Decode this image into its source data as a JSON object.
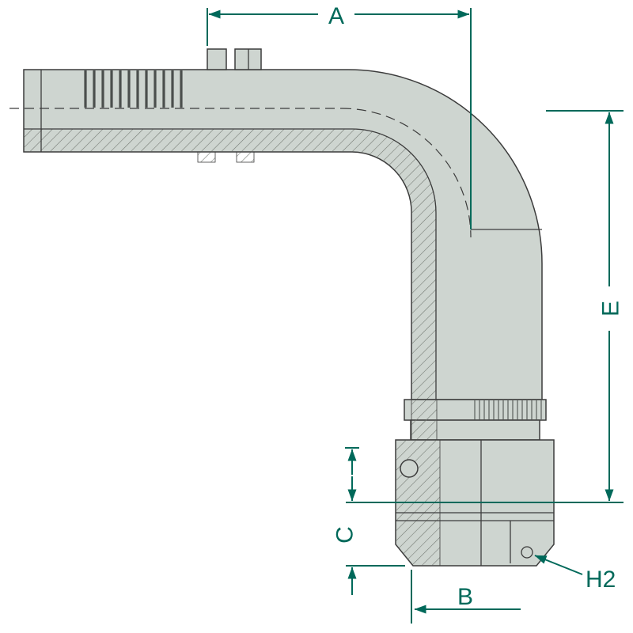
{
  "diagram": {
    "type": "technical-drawing",
    "subject": "90-degree elbow hose fitting with swivel hex nut, half-section view",
    "dimension_labels": {
      "a": "A",
      "b": "B",
      "c": "C",
      "e": "E",
      "h2": "H2"
    },
    "colors": {
      "dimension": "#00695a",
      "body_fill": "#ced5d0",
      "outline": "#3c3c3c",
      "hatch": "#70756f",
      "background": "#ffffff"
    }
  }
}
